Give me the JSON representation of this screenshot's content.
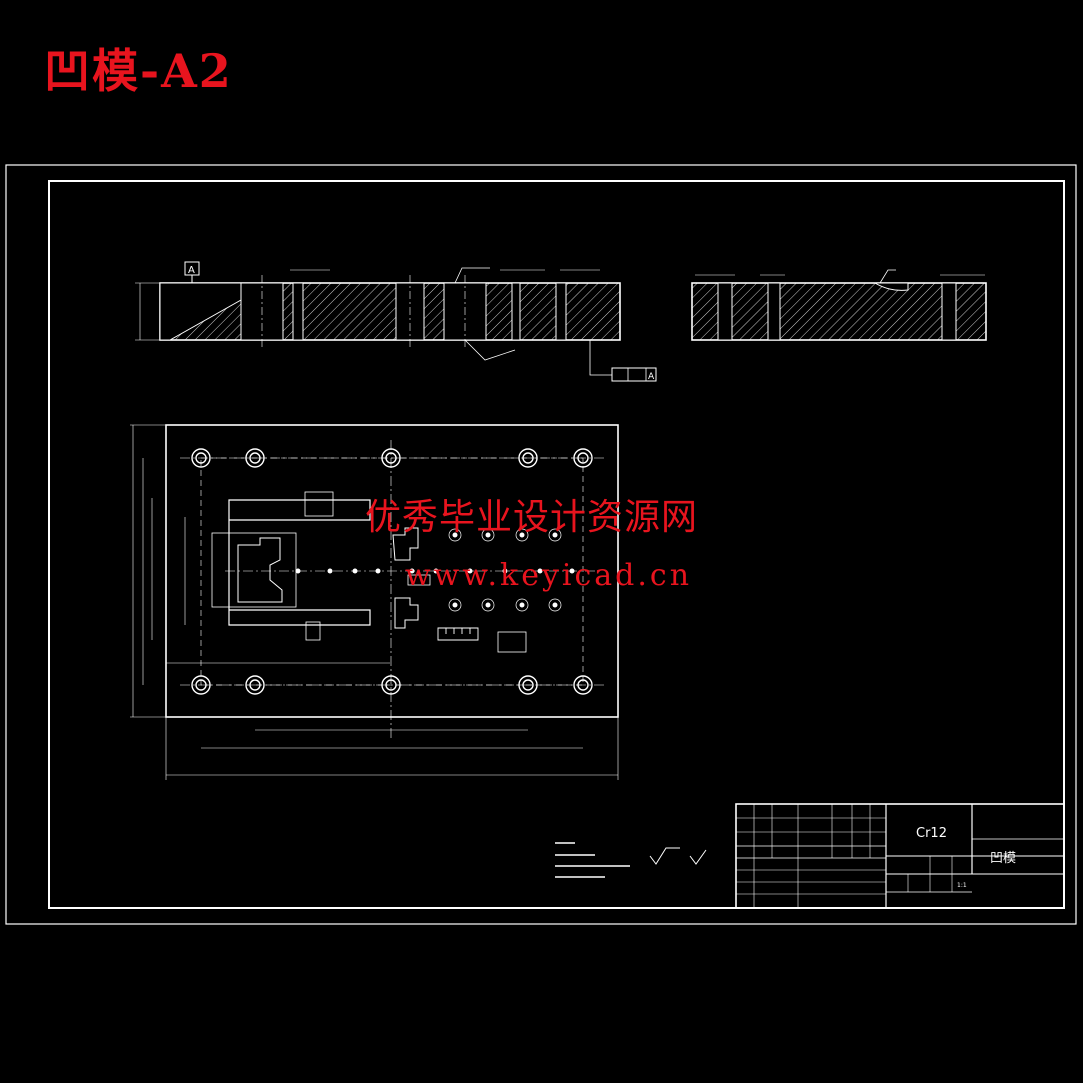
{
  "title": "凹模-A2",
  "watermark": {
    "site_name": "优秀毕业设计资源网",
    "url": "www.keyicad.cn"
  },
  "title_block": {
    "material": "Cr12",
    "part_name": "凹模",
    "scale": "1:1"
  },
  "section_view": {
    "datum_label": "A",
    "parallelism_datum": "A"
  },
  "colors": {
    "background": "#000000",
    "lines": "#ffffff",
    "title_red": "#e8141e",
    "watermark_red": "#e8141e"
  }
}
